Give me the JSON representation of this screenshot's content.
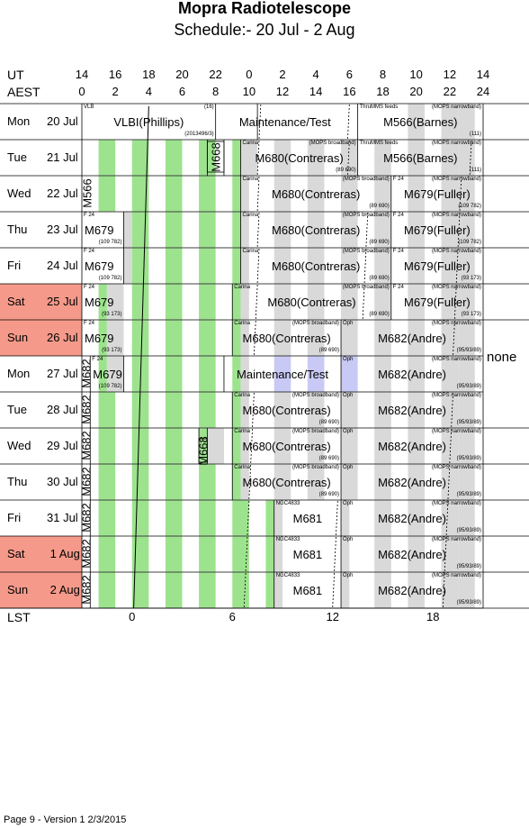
{
  "header": {
    "title": "Mopra Radiotelescope",
    "subtitle": "Schedule:- 20 Jul - 2  Aug",
    "ut_label": "UT",
    "aest_label": "AEST",
    "ut_ticks": [
      "14",
      "16",
      "18",
      "20",
      "22",
      "0",
      "2",
      "4",
      "6",
      "8",
      "10",
      "12",
      "14"
    ],
    "aest_ticks": [
      "0",
      "2",
      "4",
      "6",
      "8",
      "10",
      "12",
      "14",
      "16",
      "18",
      "20",
      "22",
      "24"
    ]
  },
  "days": [
    {
      "name": "Mon",
      "date": "20 Jul",
      "weekend": false
    },
    {
      "name": "Tue",
      "date": "21 Jul",
      "weekend": false
    },
    {
      "name": "Wed",
      "date": "22 Jul",
      "weekend": false
    },
    {
      "name": "Thu",
      "date": "23 Jul",
      "weekend": false
    },
    {
      "name": "Fri",
      "date": "24 Jul",
      "weekend": false
    },
    {
      "name": "Sat",
      "date": "25 Jul",
      "weekend": true
    },
    {
      "name": "Sun",
      "date": "26 Jul",
      "weekend": true
    },
    {
      "name": "Mon",
      "date": "27 Jul",
      "weekend": false
    },
    {
      "name": "Tue",
      "date": "28 Jul",
      "weekend": false
    },
    {
      "name": "Wed",
      "date": "29 Jul",
      "weekend": false
    },
    {
      "name": "Thu",
      "date": "30 Jul",
      "weekend": false
    },
    {
      "name": "Fri",
      "date": "31 Jul",
      "weekend": false
    },
    {
      "name": "Sat",
      "date": " 1  Aug",
      "weekend": true
    },
    {
      "name": "Sun",
      "date": " 2  Aug",
      "weekend": true
    }
  ],
  "blocks": {
    "r0_vlbi": {
      "main": "VLBI(Phillips)",
      "tl": "VLB",
      "tr": "(16)",
      "br": "(2013496/3)"
    },
    "r0_maint": {
      "main": "Maintenance/Test"
    },
    "r0_m566": {
      "main": "M566(Barnes)",
      "tl": "ThruMMS feeds",
      "tr": "(MOPS narrowband)",
      "br": "(111)"
    },
    "r1_m668": {
      "main": "M668"
    },
    "r1_m680": {
      "main": "M680(Contreras)",
      "tl": "Carina",
      "tr": "(MOPS broadband)",
      "br": "(89 690)"
    },
    "r1_m566": {
      "main": "M566(Barnes)",
      "tl": "ThruMMS feeds",
      "tr": "(MOPS narrowband)",
      "br": "(111)"
    },
    "r2_m566v": {
      "main": "M566"
    },
    "r2_m680": {
      "main": "M680(Contreras)",
      "tl": "Carina",
      "tr": "(MOPS broadband)",
      "br": "(89 690)"
    },
    "r2_m679": {
      "main": "M679(Fuller)",
      "tl": "F 24",
      "tr": "(MOPS narrowband)",
      "br": "(109 782)"
    },
    "r3_m679a": {
      "main": "M679",
      "tl": "F 24",
      "br": "(109 782)"
    },
    "r3_m680": {
      "main": "M680(Contreras)",
      "tl": "Carina",
      "tr": "(MOPS broadband)",
      "br": "(89 690)"
    },
    "r3_m679": {
      "main": "M679(Fuller)",
      "tl": "F 24",
      "tr": "(MOPS narrowband)",
      "br": "(109 782)"
    },
    "r4_m679a": {
      "main": "M679",
      "tl": "F 24",
      "br": "(109 782)"
    },
    "r4_m680": {
      "main": "M680(Contreras)",
      "tl": "Carina",
      "tr": "(MOPS broadband)",
      "br": "(89 690)"
    },
    "r4_m679": {
      "main": "M679(Fuller)",
      "tl": "F 24",
      "tr": "(MOPS narrowband)",
      "br": "(93 173)"
    },
    "r5_m679a": {
      "main": "M679",
      "tl": "F 24",
      "br": "(93 173)"
    },
    "r5_m680": {
      "main": "M680(Contreras)",
      "tl": "Carina",
      "tr": "(MOPS broadband)",
      "br": "(89 690)"
    },
    "r5_m679": {
      "main": "M679(Fuller)",
      "tl": "F 24",
      "tr": "(MOPS narrowband)",
      "br": "(93 173)"
    },
    "r6_m679a": {
      "main": "M679",
      "tl": "F 24",
      "br": "(93 173)"
    },
    "r6_m680": {
      "main": "M680(Contreras)",
      "tl": "Carina",
      "tr": "(MOPS broadband)",
      "br": "(89 690)"
    },
    "r6_m682": {
      "main": "M682(Andre)",
      "tl": "Oph",
      "tr": "(MOPS narrowband)",
      "br": "(95/93/89)"
    },
    "r7_m682v": {
      "main": "M682"
    },
    "r7_m679a": {
      "main": "M679",
      "tl": "F 24",
      "br": "(109 782)"
    },
    "r7_maint": {
      "main": "Maintenance/Test"
    },
    "r7_m682": {
      "main": "M682(Andre)",
      "tl": "Oph",
      "tr": "(MOPS narrowband)",
      "br": "(95/93/89)"
    },
    "r8_m682v": {
      "main": "M682"
    },
    "r8_m680": {
      "main": "M680(Contreras)",
      "tl": "Carina",
      "tr": "(MOPS broadband)",
      "br": "(89 690)"
    },
    "r8_m682": {
      "main": "M682(Andre)",
      "tl": "Oph",
      "tr": "(MOPS narrowband)",
      "br": "(95/93/89)"
    },
    "r9_m682v": {
      "main": "M682"
    },
    "r9_m668": {
      "main": "M668"
    },
    "r9_m680": {
      "main": "M680(Contreras)",
      "tl": "Carina",
      "tr": "(MOPS broadband)",
      "br": "(89 690)"
    },
    "r9_m682": {
      "main": "M682(Andre)",
      "tl": "Oph",
      "tr": "(MOPS narrowband)",
      "br": "(95/93/89)"
    },
    "r10_m682v": {
      "main": "M682"
    },
    "r10_m680": {
      "main": "M680(Contreras)",
      "tl": "Carina",
      "tr": "(MOPS broadband)",
      "br": "(89 690)"
    },
    "r10_m682": {
      "main": "M682(Andre)",
      "tl": "Oph",
      "tr": "(MOPS narrowband)",
      "br": "(95/93/89)"
    },
    "r11_m682v": {
      "main": "M682"
    },
    "r11_m681": {
      "main": "M681",
      "tl": "NGC4833"
    },
    "r11_m682": {
      "main": "M682(Andre)",
      "tl": "Oph",
      "tr": "(MOPS narrowband)",
      "br": "(95/93/89)"
    },
    "r12_m682v": {
      "main": "M682"
    },
    "r12_m681": {
      "main": "M681",
      "tl": "NGC4833"
    },
    "r12_m682": {
      "main": "M682(Andre)",
      "tl": "Oph",
      "tr": "(MOPS narrowband)",
      "br": "(95/93/89)"
    },
    "r13_m682v": {
      "main": "M682"
    },
    "r13_m681": {
      "main": "M681",
      "tl": "NGC4833"
    },
    "r13_m682": {
      "main": "M682(Andre)",
      "tl": "Oph",
      "tr": "(MOPS narrowband)",
      "br": "(95/93/89)"
    }
  },
  "none_label": "none",
  "lst": {
    "label": "LST",
    "ticks": [
      "0",
      "6",
      "12",
      "18"
    ]
  },
  "footer": "Page 9 - Version 1  2/3/2015",
  "colors": {
    "weekend": "#f59a8a",
    "green": "#9de38e",
    "gray": "#d9d9d9",
    "blue": "#c9c9f5"
  }
}
